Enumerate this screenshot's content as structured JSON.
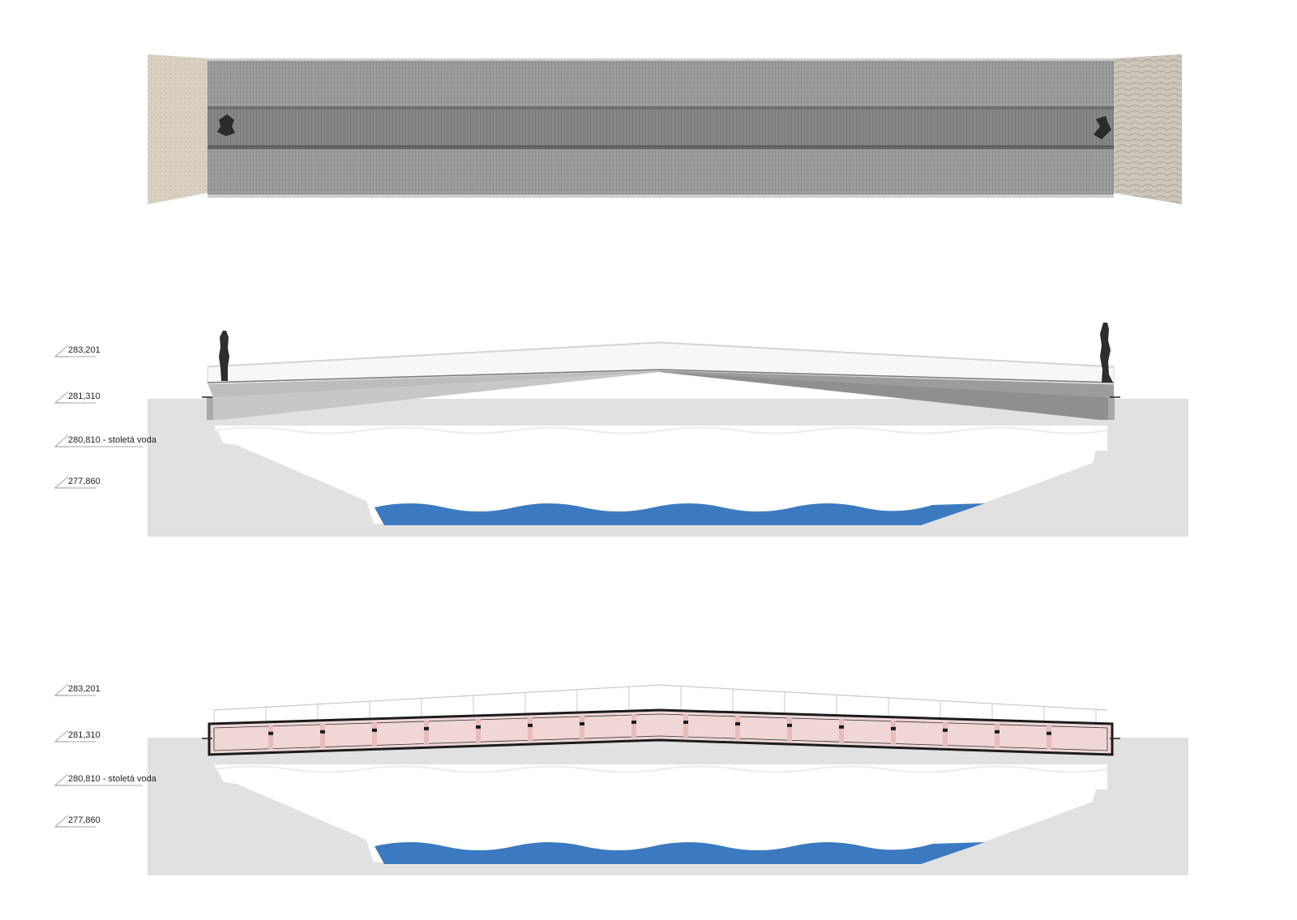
{
  "plan_view": {
    "left_bank_material": "sand-gravel",
    "right_bank_material": "cobblestone-fan-pattern",
    "deck_material": "steel-grating"
  },
  "elevation": {
    "levels": [
      {
        "label": "283,201"
      },
      {
        "label": "281,310"
      },
      {
        "label": "280,810 - stoletá voda"
      },
      {
        "label": "277,860"
      }
    ]
  },
  "section": {
    "levels": [
      {
        "label": "283,201"
      },
      {
        "label": "281,310"
      },
      {
        "label": "280,810 - stoletá voda"
      },
      {
        "label": "277,860"
      }
    ]
  },
  "colors": {
    "terrain": "#e1e1e1",
    "water": "#3b7ac0",
    "section_fill": "#f1d6d6",
    "deck_grey": "#a9a9a9",
    "grating_grey": "#8e8e8e",
    "sand": "#d7cebf",
    "cobble": "#cfc8bd"
  }
}
